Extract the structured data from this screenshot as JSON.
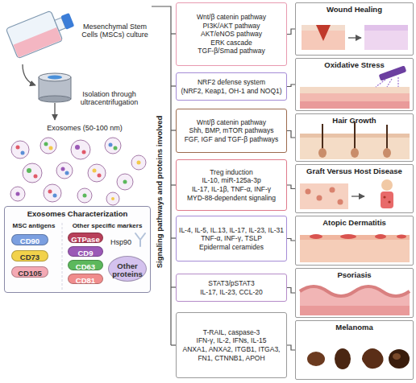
{
  "diagram": {
    "nodes": [
      {
        "text": [
          "Exosomes Characterization"
        ]
      },
      {
        "text": [
          "CD90"
        ],
        "in": 0
      },
      {
        "text": [
          "CD73"
        ],
        "in": 0
      },
      {
        "text": [
          "CD105"
        ],
        "in": 0
      },
      {
        "text": [
          "GTPase"
        ],
        "in": 0
      },
      {
        "text": [
          "CD9"
        ],
        "in": 0
      },
      {
        "text": [
          "CD63"
        ],
        "in": 0
      },
      {
        "text": [
          "CD81"
        ],
        "in": 0
      },
      {
        "text": [
          "Other proteins"
        ],
        "in": 0
      },
      {
        "text": [
          "Wnt/β catenin pathway",
          "PI3K/AKT pathway",
          "AKT/eNOS pathway",
          "ERK cascade",
          "TGF-β/Smad pathway"
        ]
      },
      {
        "text": [
          "NRF2 defense system",
          "(NRF2, Keap1, OH-1 and NOQ1)"
        ]
      },
      {
        "text": [
          "Wnt/β catenin pathway",
          "Shh, BMP, mTOR pathways",
          "FGF, IGF and TGF-β pathways"
        ]
      },
      {
        "text": [
          "Treg induction",
          "IL-10, miR-125a-3p",
          "IL-17, IL-1β, TNF-α, INF-γ",
          "MYD-88-dependent signaling"
        ]
      },
      {
        "text": [
          "IL-4, IL-5, IL.13, IL-17, IL-23, IL-31",
          "TNF-α, INF-γ, TSLP",
          "Epidermal ceramides"
        ]
      },
      {
        "text": [
          "STAT3/pSTAT3",
          "IL-17, IL-23, CCL-20"
        ]
      },
      {
        "text": [
          "T-RAIL, caspase-3",
          "IFN-γ, IL-2, IFNs, IL-15",
          "ANXA1, ANXA2, ITGB1, ITGA3, FN1, CTNNB1, APOH"
        ]
      },
      {
        "text": [
          "Wound Healing"
        ]
      },
      {
        "text": [
          "Oxidative Stress"
        ]
      },
      {
        "text": [
          "Hair Growth"
        ]
      },
      {
        "text": [
          "Graft Versus Host Disease"
        ]
      },
      {
        "text": [
          "Atopic Dermatitis"
        ]
      },
      {
        "text": [
          "Psoriasis"
        ]
      },
      {
        "text": [
          "Melanoma"
        ]
      }
    ],
    "edges": [
      {
        "from": 9,
        "to": 16,
        "arrow": "none"
      },
      {
        "from": 10,
        "to": 17,
        "arrow": "none"
      },
      {
        "from": 11,
        "to": 18,
        "arrow": "none"
      },
      {
        "from": 12,
        "to": 19,
        "arrow": "none"
      },
      {
        "from": 13,
        "to": 20,
        "arrow": "none"
      },
      {
        "from": 14,
        "to": 21,
        "arrow": "none"
      },
      {
        "from": 15,
        "to": 22,
        "arrow": "none"
      }
    ],
    "labels": [
      "Mesenchymal Stem Cells (MSCs) culture",
      "Isolation through ultracentrifugation",
      "Exosomes (50-100 nm)",
      "MSC antigens",
      "Other specific markers",
      "Hsp90",
      "Signaling pathways and proteins involved"
    ]
  }
}
